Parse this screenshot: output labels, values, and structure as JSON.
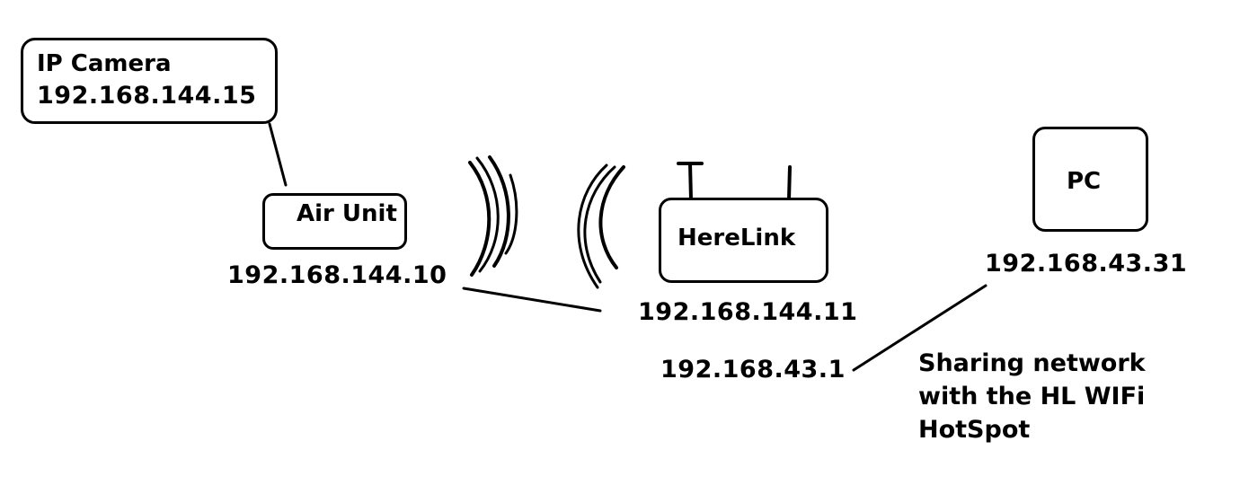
{
  "nodes": {
    "camera": {
      "label": "IP Camera",
      "ip": "192.168.144.15"
    },
    "air_unit": {
      "label": "Air Unit",
      "ip": "192.168.144.10"
    },
    "herelink": {
      "label": "HereLink",
      "ip_air": "192.168.144.11",
      "ip_wifi": "192.168.43.1"
    },
    "pc": {
      "label": "PC",
      "ip": "192.168.43.31"
    }
  },
  "note": "Sharing network with the HL WIFi HotSpot"
}
